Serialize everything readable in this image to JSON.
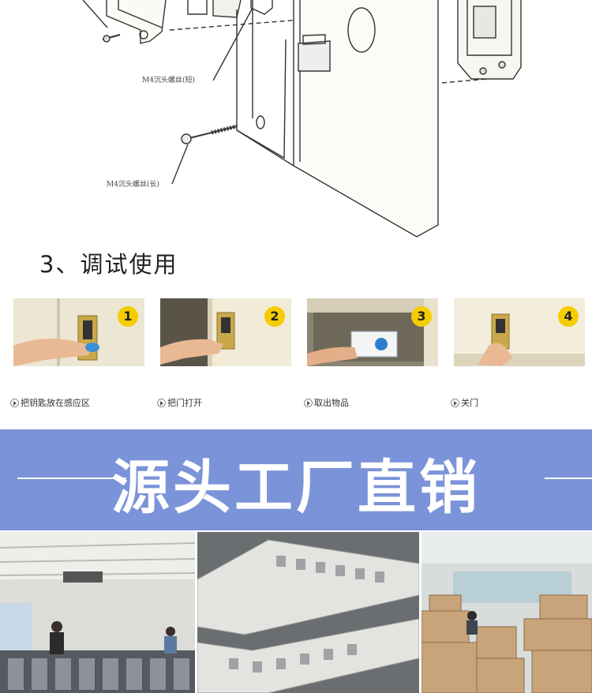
{
  "diagram": {
    "callout_short": "M4沉头螺丝(短)",
    "callout_long": "M4沉头螺丝(长)"
  },
  "section": {
    "heading": "3、调试使用"
  },
  "steps": [
    {
      "number": "1",
      "caption": "把钥匙放在感应区"
    },
    {
      "number": "2",
      "caption": "把门打开"
    },
    {
      "number": "3",
      "caption": "取出物品"
    },
    {
      "number": "4",
      "caption": "关门"
    }
  ],
  "banner": {
    "title": "源头工厂直销"
  },
  "colors": {
    "banner": "#7b93d8",
    "badge": "#f5cc00"
  }
}
